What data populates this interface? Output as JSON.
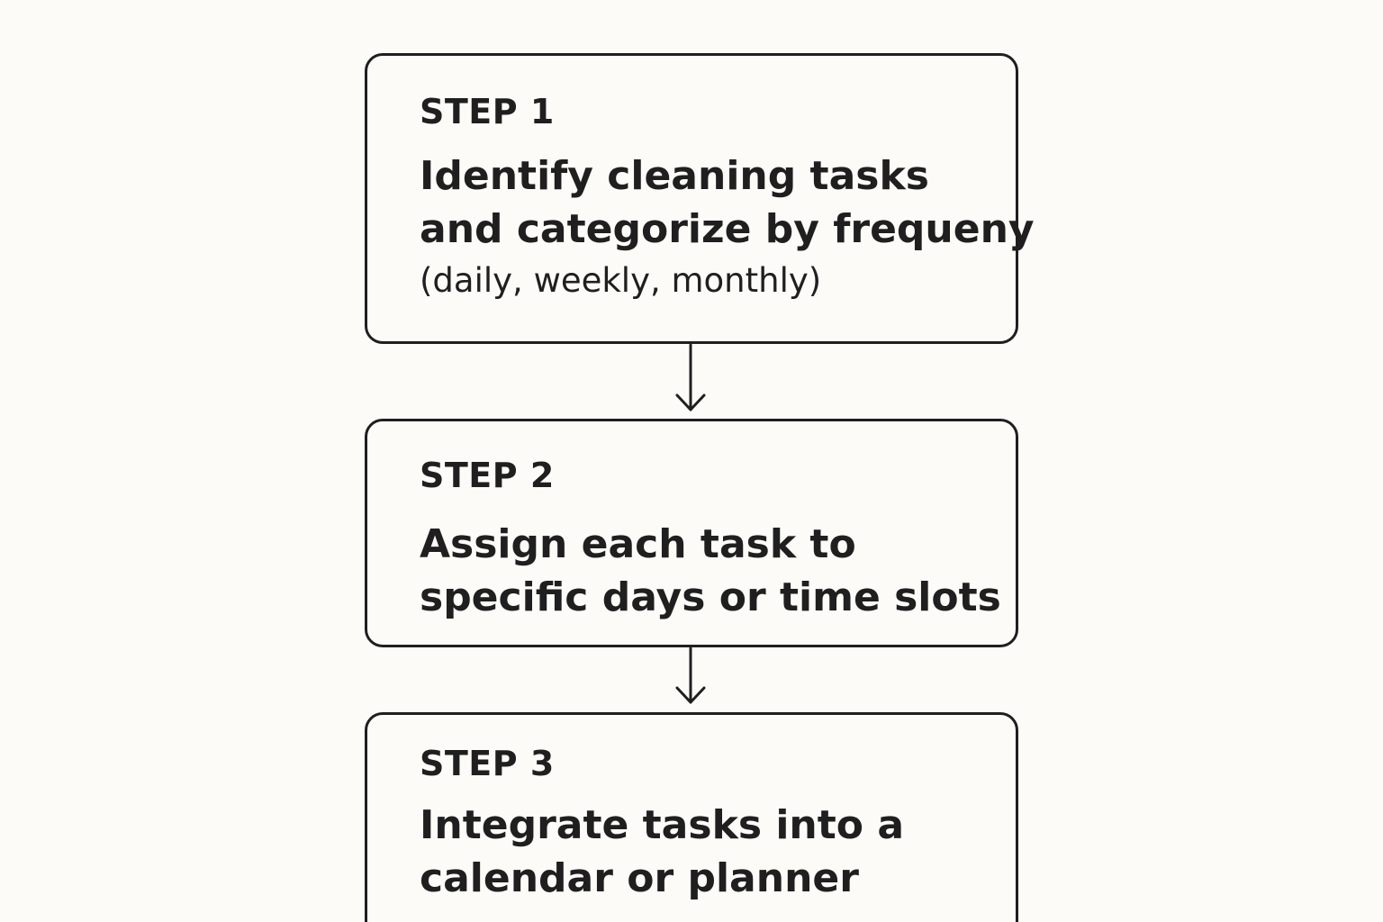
{
  "steps": [
    {
      "label": "STEP 1",
      "title_lines": [
        "Identify cleaning tasks",
        "and categorize by frequeny"
      ],
      "note": "(daily, weekly, monthly)"
    },
    {
      "label": "STEP 2",
      "title_lines": [
        "Assign each task to",
        "specific days or time slots"
      ]
    },
    {
      "label": "STEP 3",
      "title_lines": [
        "Integrate tasks into a",
        "calendar or planner"
      ]
    }
  ],
  "colors": {
    "background": "#fcfbf8",
    "stroke": "#1f1f1f"
  }
}
